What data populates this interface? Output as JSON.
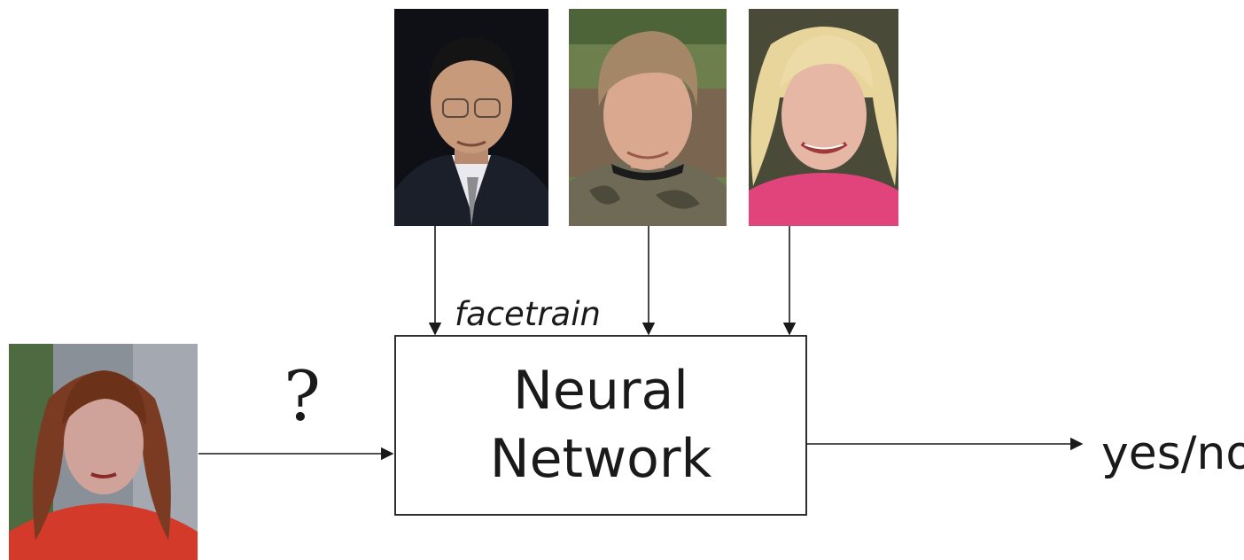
{
  "diagram": {
    "box_label_line1": "Neural",
    "box_label_line2": "Network",
    "train_label": "facetrain",
    "query_mark": "?",
    "output_label": "yes/no"
  },
  "photos": {
    "training": [
      {
        "name": "man in dark suit with glasses",
        "colors": {
          "bg": "#0e1016",
          "skin": "#c89a7c",
          "hair": "#141414",
          "cloth": "#1a1f2a"
        }
      },
      {
        "name": "boy with camouflage shirt",
        "colors": {
          "bg": "#6c7f4d",
          "skin": "#d9a88e",
          "hair": "#a48766",
          "cloth": "#6f6a55"
        }
      },
      {
        "name": "blonde woman in pink",
        "colors": {
          "bg": "#4a4a38",
          "skin": "#e6b7a4",
          "hair": "#e8d59b",
          "cloth": "#e0447a"
        }
      }
    ],
    "query": {
      "name": "woman with long reddish hair",
      "colors": {
        "bg": "#8a9098",
        "skin": "#cfa39a",
        "hair": "#7a3b22",
        "cloth": "#d43a2a"
      }
    }
  },
  "colors": {
    "line": "#1a1a1a",
    "text": "#1a1a1a"
  }
}
